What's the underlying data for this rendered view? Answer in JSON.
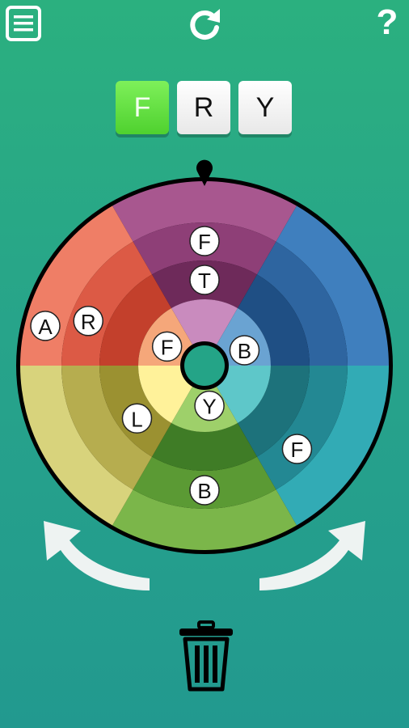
{
  "header": {
    "menu_icon": "hamburger-menu-icon",
    "restart_icon": "restart-icon",
    "help_icon": "question-mark-icon"
  },
  "word": {
    "tiles": [
      {
        "letter": "F",
        "state": "correct",
        "color": "#5ad83a"
      },
      {
        "letter": "R",
        "state": "empty",
        "color": "#f2f2f2"
      },
      {
        "letter": "Y",
        "state": "empty",
        "color": "#f2f2f2"
      }
    ]
  },
  "wheel": {
    "pointer_icon": "pointer-icon",
    "segments": [
      {
        "name": "purple",
        "colors": [
          "#a8578f",
          "#8e3f77",
          "#6e2a5a",
          "#c98bbe"
        ]
      },
      {
        "name": "blue",
        "colors": [
          "#3f7fbe",
          "#2e65a0",
          "#1f4f84",
          "#6aa3d2"
        ]
      },
      {
        "name": "teal",
        "colors": [
          "#32abb5",
          "#238893",
          "#1d727b",
          "#5ec7c9"
        ]
      },
      {
        "name": "green",
        "colors": [
          "#7bb64a",
          "#5b9a34",
          "#3f7c26",
          "#9ed06a"
        ]
      },
      {
        "name": "yellow",
        "colors": [
          "#d8d37c",
          "#b6ad4f",
          "#9b9131",
          "#fff29a"
        ]
      },
      {
        "name": "red",
        "colors": [
          "#ef7e66",
          "#dc5a45",
          "#c3402c",
          "#f5a77a"
        ]
      }
    ],
    "letters": [
      {
        "segment": "purple",
        "ring": 1,
        "char": "F"
      },
      {
        "segment": "purple",
        "ring": 2,
        "char": "T"
      },
      {
        "segment": "blue",
        "ring": 3,
        "char": "B"
      },
      {
        "segment": "teal",
        "ring": 1,
        "char": "F"
      },
      {
        "segment": "green",
        "ring": 1,
        "char": "B"
      },
      {
        "segment": "green",
        "ring": 3,
        "char": "Y"
      },
      {
        "segment": "yellow",
        "ring": 2,
        "char": "L"
      },
      {
        "segment": "red",
        "ring": 0,
        "char": "A"
      },
      {
        "segment": "red",
        "ring": 1,
        "char": "R"
      },
      {
        "segment": "red",
        "ring": 2,
        "char": "F"
      }
    ]
  },
  "controls": {
    "rotate_left_icon": "rotate-left-arrow-icon",
    "rotate_right_icon": "rotate-right-arrow-icon",
    "trash_icon": "trash-icon"
  }
}
